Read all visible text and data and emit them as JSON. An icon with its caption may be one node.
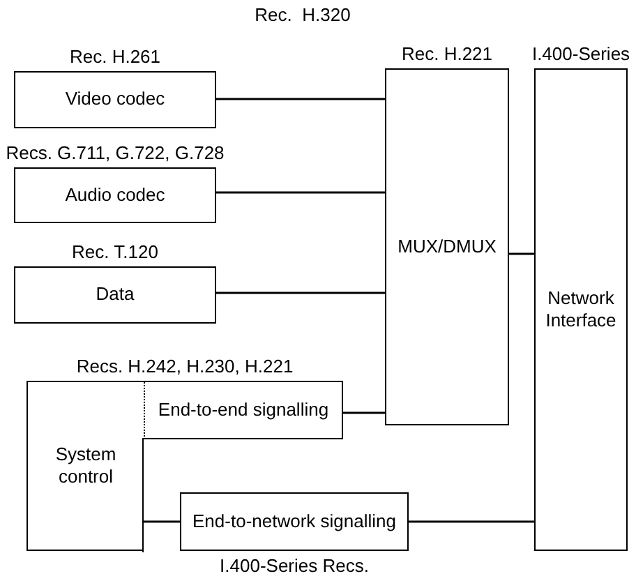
{
  "diagram": {
    "title": "Rec.  H.320",
    "nodes": [
      {
        "text": [
          "Rec. H.261",
          "Video codec"
        ]
      },
      {
        "text": [
          "Recs. G.711, G.722, G.728",
          "Audio codec"
        ]
      },
      {
        "text": [
          "Rec. T.120",
          "Data"
        ]
      },
      {
        "text": [
          "Rec. H.221",
          "MUX/DMUX"
        ]
      },
      {
        "text": [
          "I.400-Series",
          "Network Interface"
        ]
      },
      {
        "text": [
          "Recs. H.242, H.230, H.221",
          "System control"
        ]
      },
      {
        "text": [
          "End-to-end signalling"
        ]
      },
      {
        "text": [
          "End-to-network signalling"
        ],
        "beside": [
          "I.400-Series Recs."
        ]
      }
    ],
    "edges": [
      {
        "from": 0,
        "to": 3,
        "arrow": "none"
      },
      {
        "from": 1,
        "to": 3,
        "arrow": "none"
      },
      {
        "from": 2,
        "to": 3,
        "arrow": "none"
      },
      {
        "from": 6,
        "to": 3,
        "arrow": "none"
      },
      {
        "from": 3,
        "to": 4,
        "arrow": "none"
      },
      {
        "from": 5,
        "to": 7,
        "arrow": "none"
      },
      {
        "from": 7,
        "to": 4,
        "arrow": "none"
      }
    ]
  }
}
